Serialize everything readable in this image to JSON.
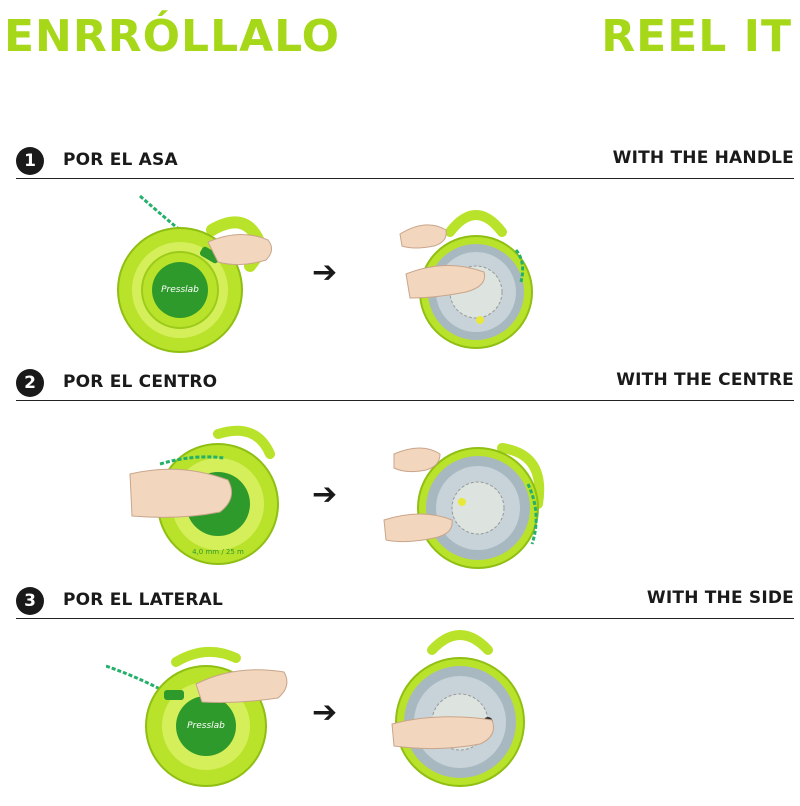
{
  "header": {
    "title_es": "ENRRÓLLALO",
    "title_en": "REEL IT"
  },
  "colors": {
    "accent": "#a6d819",
    "reel_green": "#b9e22a",
    "reel_dark": "#2f9a2c",
    "cable": "#23b06a",
    "skin": "#f2d6be",
    "text": "#1a1a1a"
  },
  "arrow_glyph": "➔",
  "steps": [
    {
      "number": "1",
      "label_es": "POR EL ASA",
      "label_en": "WITH THE HANDLE"
    },
    {
      "number": "2",
      "label_es": "POR EL CENTRO",
      "label_en": "WITH THE CENTRE"
    },
    {
      "number": "3",
      "label_es": "POR EL LATERAL",
      "label_en": "WITH THE SIDE"
    }
  ],
  "reel_front": {
    "brand": "Presslab",
    "spec": "4,0 mm / 25 m"
  }
}
